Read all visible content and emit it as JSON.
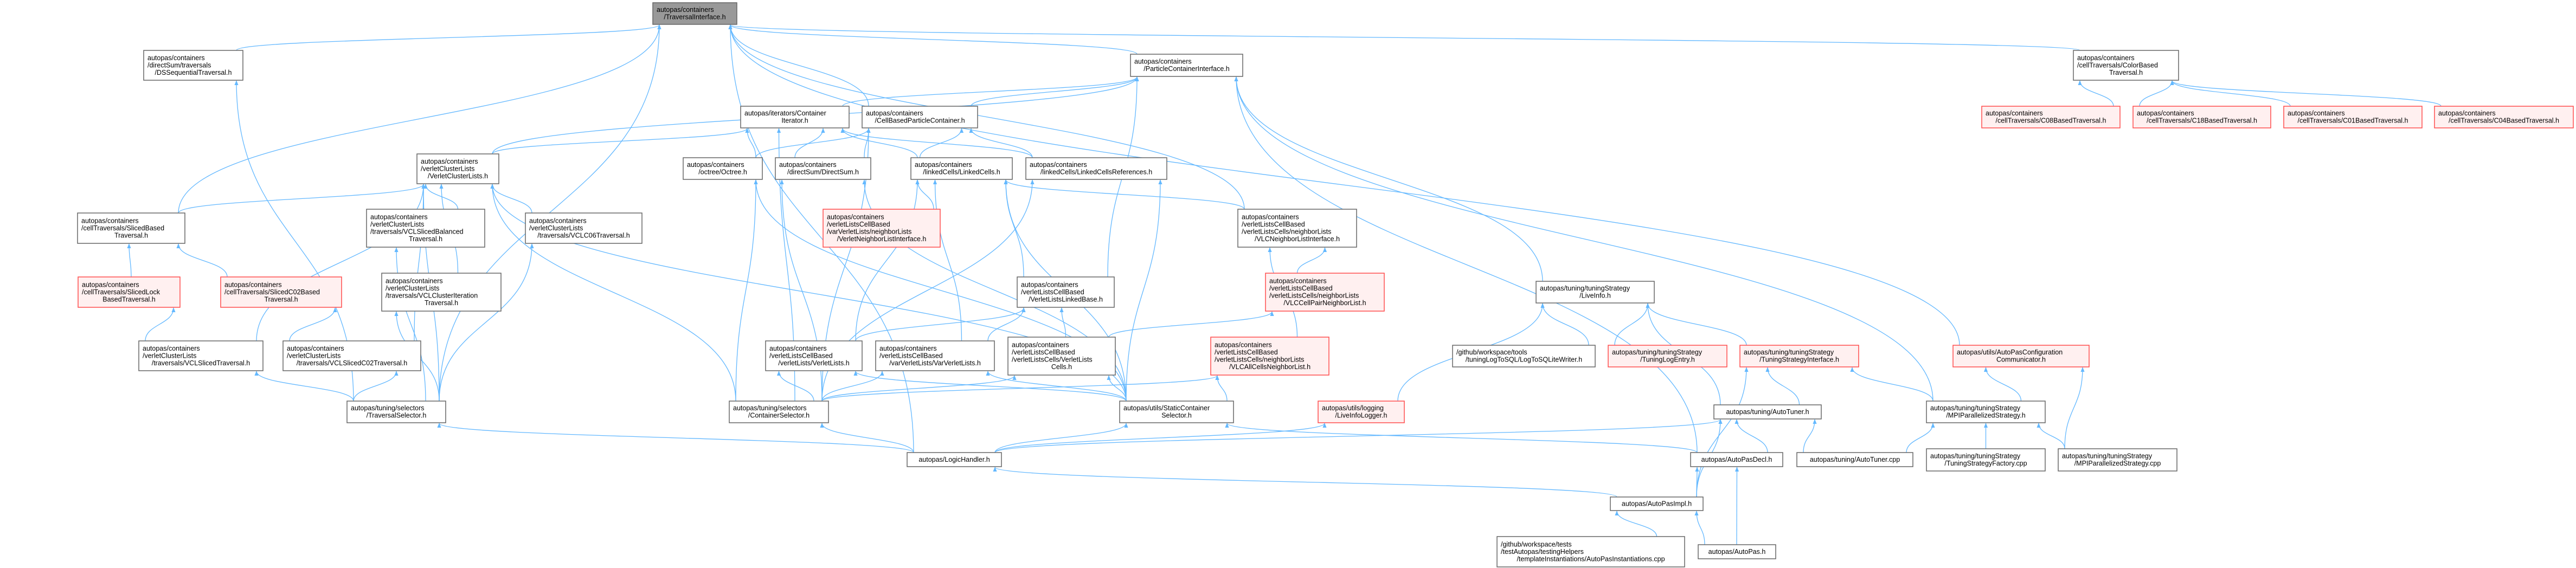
{
  "graph_title": "autopas/containers/TraversalInterface.h",
  "colors": {
    "edge": "#63b8ff",
    "border": "#666666",
    "red_border": "#ff4d4d",
    "red_fill": "#fff0f0",
    "highlight_fill": "#999999"
  },
  "nodes": {
    "TI": {
      "lines": [
        "autopas/containers",
        "/TraversalInterface.h"
      ],
      "fill": "#999999"
    },
    "DSSeq": {
      "lines": [
        "autopas/containers",
        "/directSum/traversals",
        "/DSSequentialTraversal.h"
      ]
    },
    "PCI": {
      "lines": [
        "autopas/containers",
        "/ParticleContainerInterface.h"
      ]
    },
    "ColorBased": {
      "lines": [
        "autopas/containers",
        "/cellTraversals/ColorBased",
        "Traversal.h"
      ]
    },
    "CI": {
      "lines": [
        "autopas/iterators/Container",
        "Iterator.h"
      ]
    },
    "CBPC": {
      "lines": [
        "autopas/containers",
        "/CellBasedParticleContainer.h"
      ]
    },
    "C08": {
      "lines": [
        "autopas/containers",
        "/cellTraversals/C08BasedTraversal.h"
      ],
      "color": "#ff4d4d"
    },
    "C18": {
      "lines": [
        "autopas/containers",
        "/cellTraversals/C18BasedTraversal.h"
      ],
      "color": "#ff4d4d"
    },
    "C01": {
      "lines": [
        "autopas/containers",
        "/cellTraversals/C01BasedTraversal.h"
      ],
      "color": "#ff4d4d"
    },
    "C04": {
      "lines": [
        "autopas/containers",
        "/cellTraversals/C04BasedTraversal.h"
      ],
      "color": "#ff4d4d"
    },
    "VCL": {
      "lines": [
        "autopas/containers",
        "/verletClusterLists",
        "/VerletClusterLists.h"
      ]
    },
    "Octree": {
      "lines": [
        "autopas/containers",
        "/octree/Octree.h"
      ]
    },
    "DirectSum": {
      "lines": [
        "autopas/containers",
        "/directSum/DirectSum.h"
      ]
    },
    "LinkedCells": {
      "lines": [
        "autopas/containers",
        "/linkedCells/LinkedCells.h"
      ]
    },
    "LCR": {
      "lines": [
        "autopas/containers",
        "/linkedCells/LinkedCellsReferences.h"
      ]
    },
    "SlicedBased": {
      "lines": [
        "autopas/containers",
        "/cellTraversals/SlicedBased",
        "Traversal.h"
      ]
    },
    "VCLSB": {
      "lines": [
        "autopas/containers",
        "/verletClusterLists",
        "/traversals/VCLSlicedBalanced",
        "Traversal.h"
      ]
    },
    "VCLC06": {
      "lines": [
        "autopas/containers",
        "/verletClusterLists",
        "/traversals/VCLC06Traversal.h"
      ]
    },
    "VNLI": {
      "lines": [
        "autopas/containers",
        "/verletListsCellBased",
        "/varVerletLists/neighborLists",
        "/VerletNeighborListInterface.h"
      ],
      "color": "#ff4d4d"
    },
    "VLCNLI": {
      "lines": [
        "autopas/containers",
        "/verletListsCellBased",
        "/verletListsCells/neighborLists",
        "/VLCNeighborListInterface.h"
      ]
    },
    "SlicedLock": {
      "lines": [
        "autopas/containers",
        "/cellTraversals/SlicedLock",
        "BasedTraversal.h"
      ],
      "color": "#ff4d4d"
    },
    "SlicedC02": {
      "lines": [
        "autopas/containers",
        "/cellTraversals/SlicedC02Based",
        "Traversal.h"
      ],
      "color": "#ff4d4d"
    },
    "VCLCI": {
      "lines": [
        "autopas/containers",
        "/verletClusterLists",
        "/traversals/VCLClusterIteration",
        "Traversal.h"
      ]
    },
    "VLLB": {
      "lines": [
        "autopas/containers",
        "/verletListsCellBased",
        "/VerletListsLinkedBase.h"
      ]
    },
    "VLCCPNL": {
      "lines": [
        "autopas/containers",
        "/verletListsCellBased",
        "/verletListsCells/neighborLists",
        "/VLCCellPairNeighborList.h"
      ],
      "color": "#ff4d4d"
    },
    "LiveInfo": {
      "lines": [
        "autopas/tuning/tuningStrategy",
        "/LiveInfo.h"
      ]
    },
    "VCLSliced": {
      "lines": [
        "autopas/containers",
        "/verletClusterLists",
        "/traversals/VCLSlicedTraversal.h"
      ]
    },
    "VCLSC02": {
      "lines": [
        "autopas/containers",
        "/verletClusterLists",
        "/traversals/VCLSlicedC02Traversal.h"
      ]
    },
    "VL": {
      "lines": [
        "autopas/containers",
        "/verletListsCellBased",
        "/verletLists/VerletLists.h"
      ]
    },
    "VVL": {
      "lines": [
        "autopas/containers",
        "/verletListsCellBased",
        "/varVerletLists/VarVerletLists.h"
      ]
    },
    "VLC": {
      "lines": [
        "autopas/containers",
        "/verletListsCellBased",
        "/verletListsCells/VerletLists",
        "Cells.h"
      ]
    },
    "VLCACNL": {
      "lines": [
        "autopas/containers",
        "/verletListsCellBased",
        "/verletListsCells/neighborLists",
        "/VLCAllCellsNeighborList.h"
      ],
      "color": "#ff4d4d"
    },
    "LogToSQL": {
      "lines": [
        "/github/workspace/tools",
        "/tuningLogToSQL/LogToSQLiteWriter.h"
      ]
    },
    "TLE": {
      "lines": [
        "autopas/tuning/tuningStrategy",
        "/TuningLogEntry.h"
      ],
      "color": "#ff4d4d"
    },
    "TSI": {
      "lines": [
        "autopas/tuning/tuningStrategy",
        "/TuningStrategyInterface.h"
      ],
      "color": "#ff4d4d"
    },
    "APCC": {
      "lines": [
        "autopas/utils/AutoPasConfiguration",
        "Communicator.h"
      ],
      "color": "#ff4d4d"
    },
    "TS": {
      "lines": [
        "autopas/tuning/selectors",
        "/TraversalSelector.h"
      ]
    },
    "CS": {
      "lines": [
        "autopas/tuning/selectors",
        "/ContainerSelector.h"
      ]
    },
    "SCS": {
      "lines": [
        "autopas/utils/StaticContainer",
        "Selector.h"
      ]
    },
    "LIL": {
      "lines": [
        "autopas/utils/logging",
        "/LiveInfoLogger.h"
      ],
      "color": "#ff4d4d"
    },
    "AutoTunerH": {
      "lines": [
        "autopas/tuning/AutoTuner.h"
      ]
    },
    "MPIH": {
      "lines": [
        "autopas/tuning/tuningStrategy",
        "/MPIParallelizedStrategy.h"
      ]
    },
    "LH": {
      "lines": [
        "autopas/LogicHandler.h"
      ]
    },
    "APDecl": {
      "lines": [
        "autopas/AutoPasDecl.h"
      ]
    },
    "ATcpp": {
      "lines": [
        "autopas/tuning/AutoTuner.cpp"
      ]
    },
    "TSF": {
      "lines": [
        "autopas/tuning/tuningStrategy",
        "/TuningStrategyFactory.cpp"
      ]
    },
    "MPIcpp": {
      "lines": [
        "autopas/tuning/tuningStrategy",
        "/MPIParallelizedStrategy.cpp"
      ]
    },
    "APImpl": {
      "lines": [
        "autopas/AutoPasImpl.h"
      ]
    },
    "APInst": {
      "lines": [
        "/github/workspace/tests",
        "/testAutopas/testingHelpers",
        "/templateInstantiations/AutoPasInstantiations.cpp"
      ]
    },
    "AutoPas": {
      "lines": [
        "autopas/AutoPas.h"
      ]
    }
  }
}
